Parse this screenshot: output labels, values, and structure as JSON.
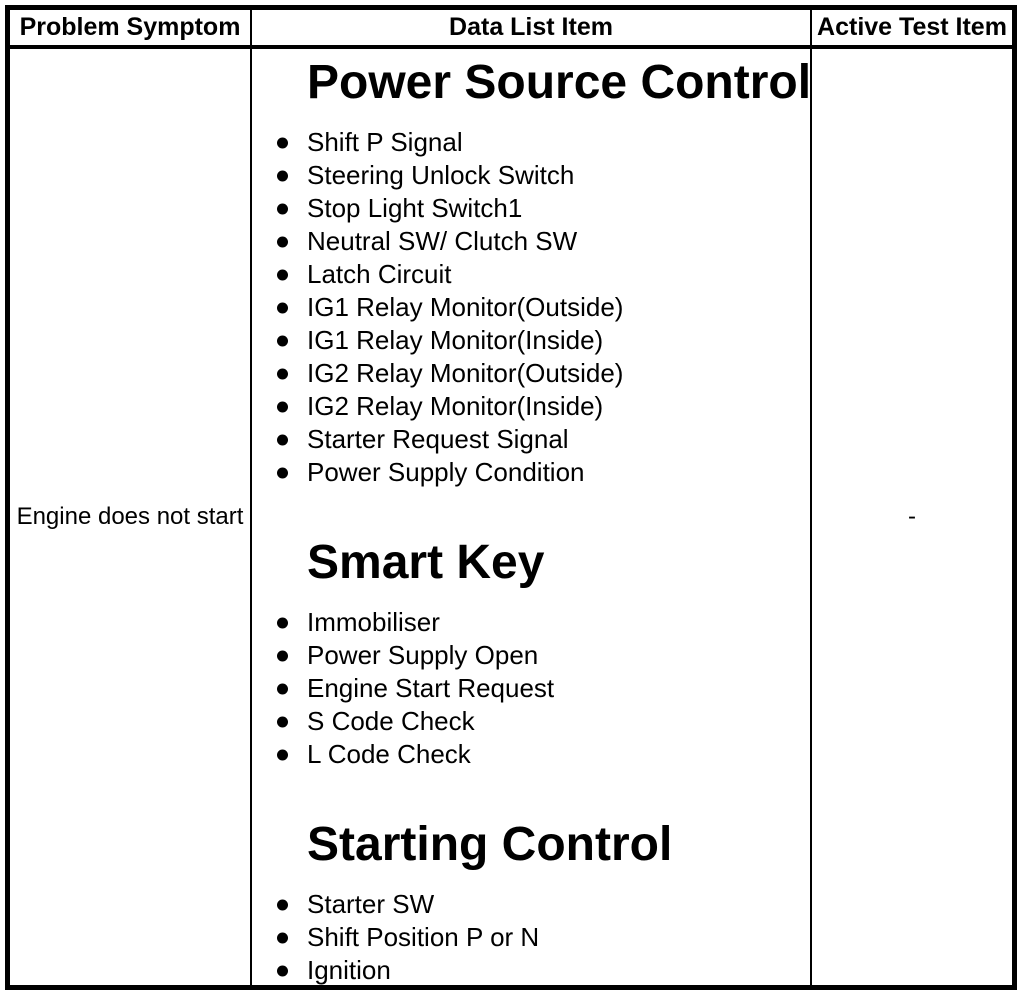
{
  "colors": {
    "foreground": "#000000",
    "background": "#ffffff",
    "border": "#000000"
  },
  "table": {
    "headers": [
      {
        "label": "Problem Symptom"
      },
      {
        "label": "Data List Item"
      },
      {
        "label": "Active Test Item"
      }
    ],
    "row": {
      "problem_symptom": "Engine does not start",
      "active_test_item": "-",
      "data_list_sections": [
        {
          "title": "Power Source Control",
          "items": [
            "Shift P Signal",
            "Steering Unlock Switch",
            "Stop Light Switch1",
            "Neutral SW/ Clutch SW",
            "Latch Circuit",
            "IG1 Relay Monitor(Outside)",
            "IG1 Relay Monitor(Inside)",
            "IG2 Relay Monitor(Outside)",
            "IG2 Relay Monitor(Inside)",
            "Starter Request Signal",
            "Power Supply Condition"
          ]
        },
        {
          "title": "Smart Key",
          "items": [
            "Immobiliser",
            "Power Supply Open",
            "Engine Start Request",
            "S Code Check",
            "L Code Check"
          ]
        },
        {
          "title": "Starting Control",
          "items": [
            "Starter SW",
            "Shift Position P or N",
            "Ignition"
          ]
        }
      ]
    }
  }
}
